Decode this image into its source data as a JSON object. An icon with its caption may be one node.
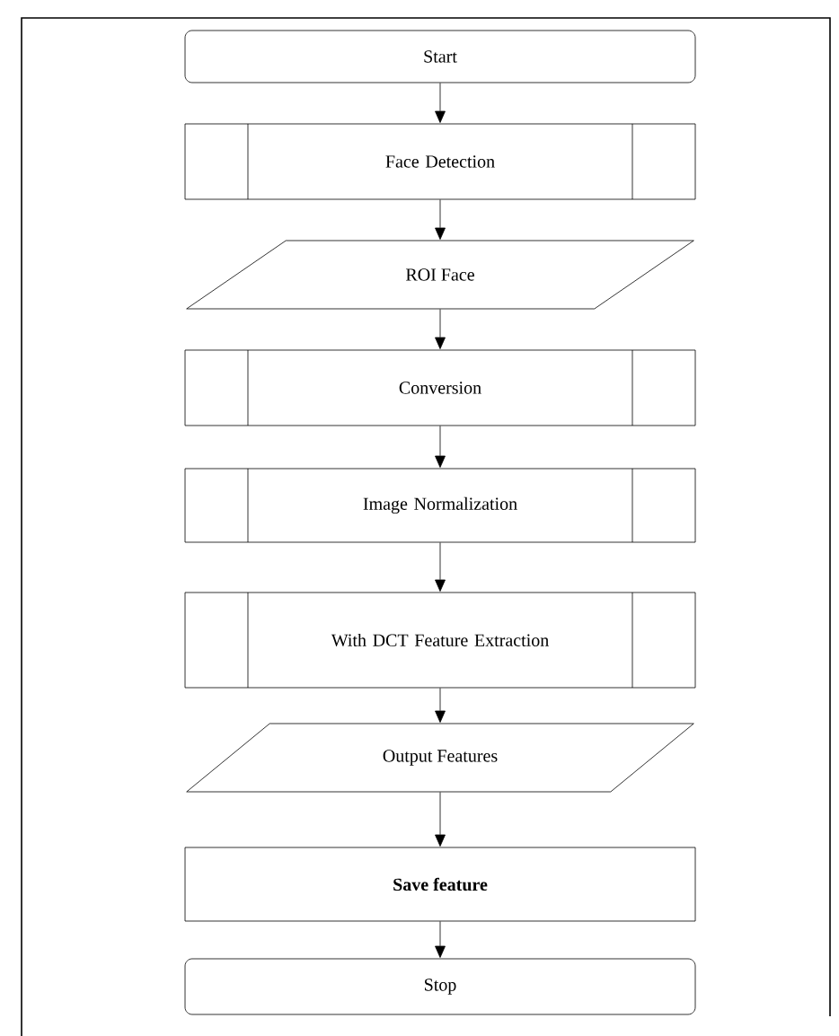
{
  "diagram": {
    "nodes": [
      {
        "text": [
          "Start"
        ]
      },
      {
        "text": [
          "Face Detection"
        ]
      },
      {
        "text": [
          "ROI Face"
        ]
      },
      {
        "text": [
          "Conversion"
        ]
      },
      {
        "text": [
          "Image Normalization"
        ]
      },
      {
        "text": [
          "With DCT Feature Extraction"
        ]
      },
      {
        "text": [
          "Output Features"
        ]
      },
      {
        "text": [
          "**Save feature**"
        ]
      },
      {
        "text": [
          "Stop"
        ]
      }
    ],
    "edges": [
      {
        "from": 0,
        "to": 1,
        "arrow": "to"
      },
      {
        "from": 1,
        "to": 2,
        "arrow": "to"
      },
      {
        "from": 2,
        "to": 3,
        "arrow": "to"
      },
      {
        "from": 3,
        "to": 4,
        "arrow": "to"
      },
      {
        "from": 4,
        "to": 5,
        "arrow": "to"
      },
      {
        "from": 5,
        "to": 6,
        "arrow": "to"
      },
      {
        "from": 6,
        "to": 7,
        "arrow": "to"
      },
      {
        "from": 7,
        "to": 8,
        "arrow": "to"
      }
    ]
  }
}
